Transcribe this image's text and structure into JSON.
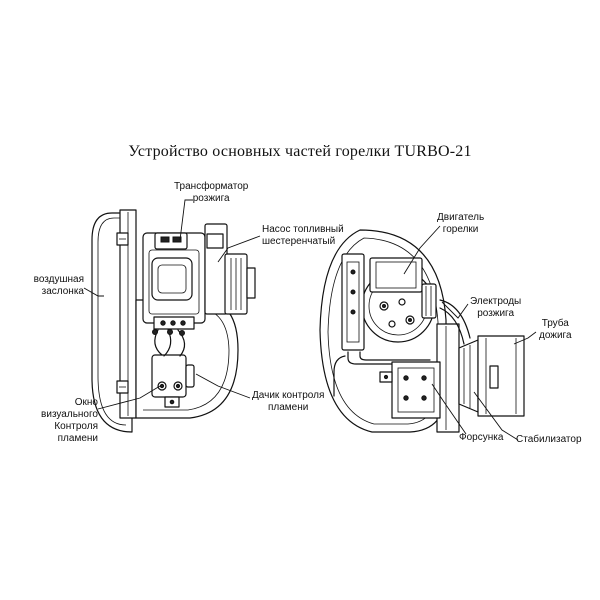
{
  "title": "Устройство основных частей горелки   TURBO-21",
  "labels": {
    "transformer": [
      "Трансформатор",
      "розжига"
    ],
    "pump": [
      "Насос топливный",
      "шестеренчатый"
    ],
    "air_damper": [
      "воздушная",
      "заслонка"
    ],
    "window": [
      "Окно",
      "визуального",
      "Контроля",
      "пламени"
    ],
    "flame_sensor": [
      "Дачик контроля",
      "пламени"
    ],
    "motor": [
      "Двигатель",
      "горелки"
    ],
    "electrodes": [
      "Электроды",
      "розжига"
    ],
    "tube": [
      "Труба",
      "дожига"
    ],
    "nozzle": [
      "Форсунка"
    ],
    "stabilizer": [
      "Стабилизатор"
    ]
  }
}
